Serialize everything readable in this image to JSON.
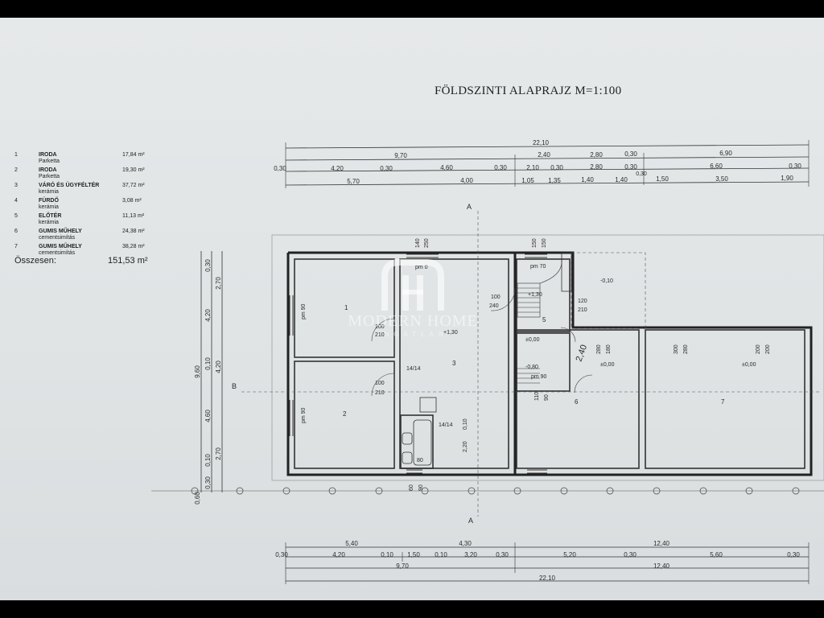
{
  "title": "FÖLDSZINTI ALAPRAJZ  M=1:100",
  "legend": [
    {
      "num": "1",
      "name": "IRODA",
      "floor": "Parketta",
      "area": "17,84 m²"
    },
    {
      "num": "2",
      "name": "IRODA",
      "floor": "Parketta",
      "area": "19,30 m²"
    },
    {
      "num": "3",
      "name": "VÁRÓ ÉS ÜGYFÉLTÉR",
      "floor": "kerámia",
      "area": "37,72 m²"
    },
    {
      "num": "4",
      "name": "FÜRDŐ",
      "floor": "kerámia",
      "area": "3,08 m²"
    },
    {
      "num": "5",
      "name": "ELŐTÉR",
      "floor": "kerámia",
      "area": "11,13 m²"
    },
    {
      "num": "6",
      "name": "GUMIS MŰHELY",
      "floor": "cementsimítás",
      "area": "24,38 m²"
    },
    {
      "num": "7",
      "name": "GUMIS MŰHELY",
      "floor": "cementsimítás",
      "area": "38,28 m²"
    }
  ],
  "total": {
    "label": "Összesen:",
    "value": "151,53 m²"
  },
  "watermark": {
    "name": "MODERN HOME",
    "sub": "INGATLAN"
  },
  "dims_top": {
    "r1": [
      "22,10"
    ],
    "r2": [
      "9,70",
      "2,40",
      "2,80",
      "0,30",
      "6,90"
    ],
    "r3": [
      "0,30",
      "4,20",
      "0,30",
      "4,60",
      "0,30",
      "2,10",
      "0,30",
      "2,80",
      "0,30",
      "6,60",
      "0,30"
    ],
    "r4": [
      "5,70",
      "4,00",
      "1,05",
      "1,35",
      "1,40",
      "1,40",
      "1,50",
      "3,50",
      "1,90"
    ],
    "extra": "0,30"
  },
  "dims_bottom": {
    "r1": [
      "5,40",
      "4,30",
      "12,40"
    ],
    "r2": [
      "0,30",
      "4,20",
      "0,10",
      "1,50",
      "0,10",
      "3,20",
      "0,30",
      "5,20",
      "0,30",
      "5,60",
      "0,30"
    ],
    "r3": [
      "9,70",
      "12,40"
    ],
    "r4": [
      "22,10"
    ]
  },
  "dims_left": {
    "outer": "9,60",
    "mid": [
      "0,30",
      "4,20",
      "0,10",
      "4,60",
      "0,10",
      "0,30"
    ],
    "inner": [
      "2,70",
      "4,20",
      "2,70"
    ],
    "bottom": "0,60"
  },
  "rooms": [
    {
      "num": "1"
    },
    {
      "num": "2"
    },
    {
      "num": "3"
    },
    {
      "num": "5"
    },
    {
      "num": "6"
    },
    {
      "num": "7"
    }
  ],
  "plan_labels": {
    "pm0": "pm 0",
    "pm70": "pm 70",
    "pm90a": "pm 90",
    "pm90b": "pm 90",
    "pm90c": "pm 90",
    "lvl_p130a": "+1,30",
    "lvl_p130b": "+1,30",
    "lvl_000a": "±0,00",
    "lvl_000b": "±0,00",
    "lvl_000c": "±0,00",
    "lvl_m010": "-0,10",
    "lvl_m080": "-0,80",
    "d100_240": "100",
    "d240": "240",
    "d120": "120",
    "d210": "210",
    "d100a": "100",
    "d210a": "210",
    "d100b": "100",
    "d210b": "210",
    "d1414a": "14/14",
    "d1414b": "14/14",
    "d80": "80",
    "d220": "2,20",
    "d010": "0,10",
    "d140": "140",
    "d250": "250",
    "d150a": "150",
    "d150b": "150",
    "d280a": "280",
    "d180": "180",
    "d300": "300",
    "d280b": "280",
    "d200a": "200",
    "d200b": "200",
    "d110": "110",
    "d90": "90",
    "d60": "60",
    "d90b": "90",
    "d240b": "2,40",
    "secA": "A",
    "secA2": "A",
    "secB": "B"
  }
}
